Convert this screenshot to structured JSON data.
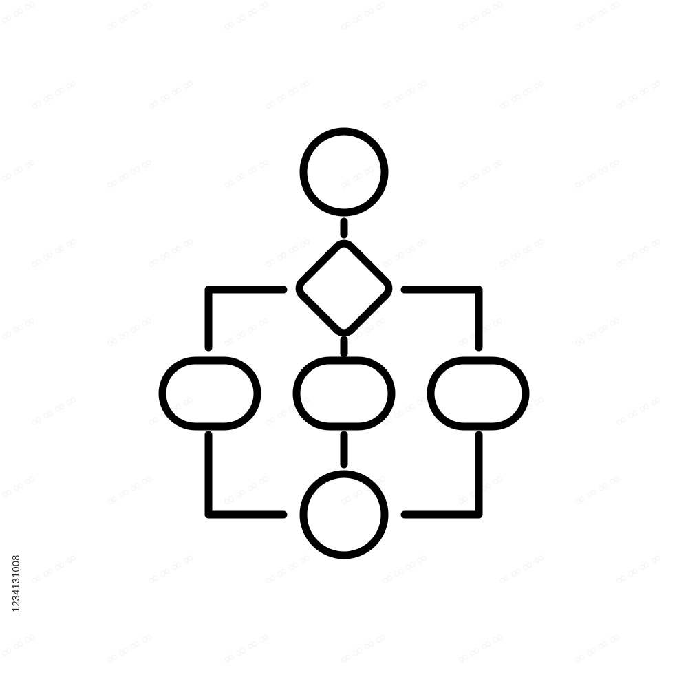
{
  "stock_id": "1234131008",
  "watermark": {
    "icon": "adobe-stock-watermark-icon"
  },
  "diagram": {
    "icon": "flowchart-icon",
    "stroke_color": "#000000",
    "nodes": [
      {
        "id": "start",
        "shape": "circle"
      },
      {
        "id": "decision",
        "shape": "diamond"
      },
      {
        "id": "process-left",
        "shape": "rounded-rectangle"
      },
      {
        "id": "process-middle",
        "shape": "rounded-rectangle"
      },
      {
        "id": "process-right",
        "shape": "rounded-rectangle"
      },
      {
        "id": "end",
        "shape": "circle"
      }
    ],
    "edges": [
      {
        "from": "start",
        "to": "decision"
      },
      {
        "from": "decision",
        "to": "process-left"
      },
      {
        "from": "decision",
        "to": "process-middle"
      },
      {
        "from": "decision",
        "to": "process-right"
      },
      {
        "from": "process-left",
        "to": "end"
      },
      {
        "from": "process-middle",
        "to": "end"
      },
      {
        "from": "process-right",
        "to": "end"
      }
    ]
  }
}
